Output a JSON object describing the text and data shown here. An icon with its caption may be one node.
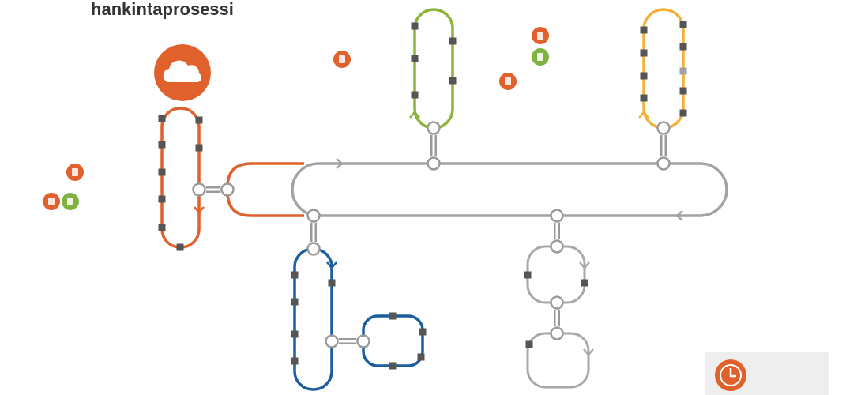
{
  "diagram": {
    "title": "hankintaprosessi",
    "nodes": [
      {
        "text": [],
        "shape": "box"
      },
      {
        "text": [],
        "shape": "box"
      },
      {
        "text": [],
        "shape": "box"
      },
      {
        "text": [],
        "shape": "box"
      },
      {
        "text": [],
        "shape": "box"
      },
      {
        "text": [],
        "shape": "box"
      },
      {
        "text": [],
        "shape": "box"
      },
      {
        "text": [],
        "shape": "box"
      }
    ],
    "edges": [
      {
        "from": 0,
        "to": 3,
        "arrow": "none"
      },
      {
        "from": 1,
        "to": 3,
        "arrow": "none"
      },
      {
        "from": 2,
        "to": 3,
        "arrow": "none"
      },
      {
        "from": 3,
        "to": 4,
        "arrow": "none"
      },
      {
        "from": 4,
        "to": 5,
        "arrow": "none"
      },
      {
        "from": 3,
        "to": 6,
        "arrow": "none"
      },
      {
        "from": 6,
        "to": 7,
        "arrow": "none"
      }
    ]
  }
}
